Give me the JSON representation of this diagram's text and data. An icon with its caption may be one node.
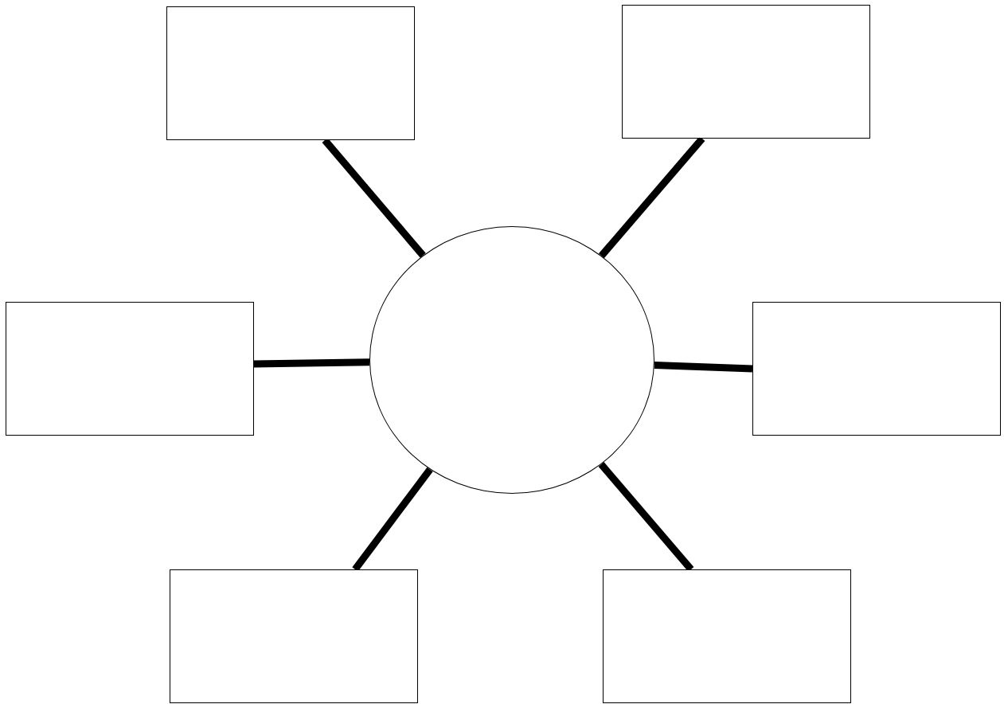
{
  "diagram": {
    "nodes": [
      {
        "text": [],
        "shape": "box"
      },
      {
        "text": [],
        "shape": "box"
      },
      {
        "text": [],
        "shape": "box"
      },
      {
        "text": [],
        "shape": "circle"
      },
      {
        "text": [],
        "shape": "box"
      },
      {
        "text": [],
        "shape": "box"
      },
      {
        "text": [],
        "shape": "box"
      }
    ],
    "edges": [
      {
        "from": 3,
        "to": 0,
        "arrow": "none"
      },
      {
        "from": 3,
        "to": 1,
        "arrow": "none"
      },
      {
        "from": 3,
        "to": 2,
        "arrow": "none"
      },
      {
        "from": 3,
        "to": 4,
        "arrow": "none"
      },
      {
        "from": 3,
        "to": 5,
        "arrow": "none"
      },
      {
        "from": 3,
        "to": 6,
        "arrow": "none"
      }
    ]
  }
}
